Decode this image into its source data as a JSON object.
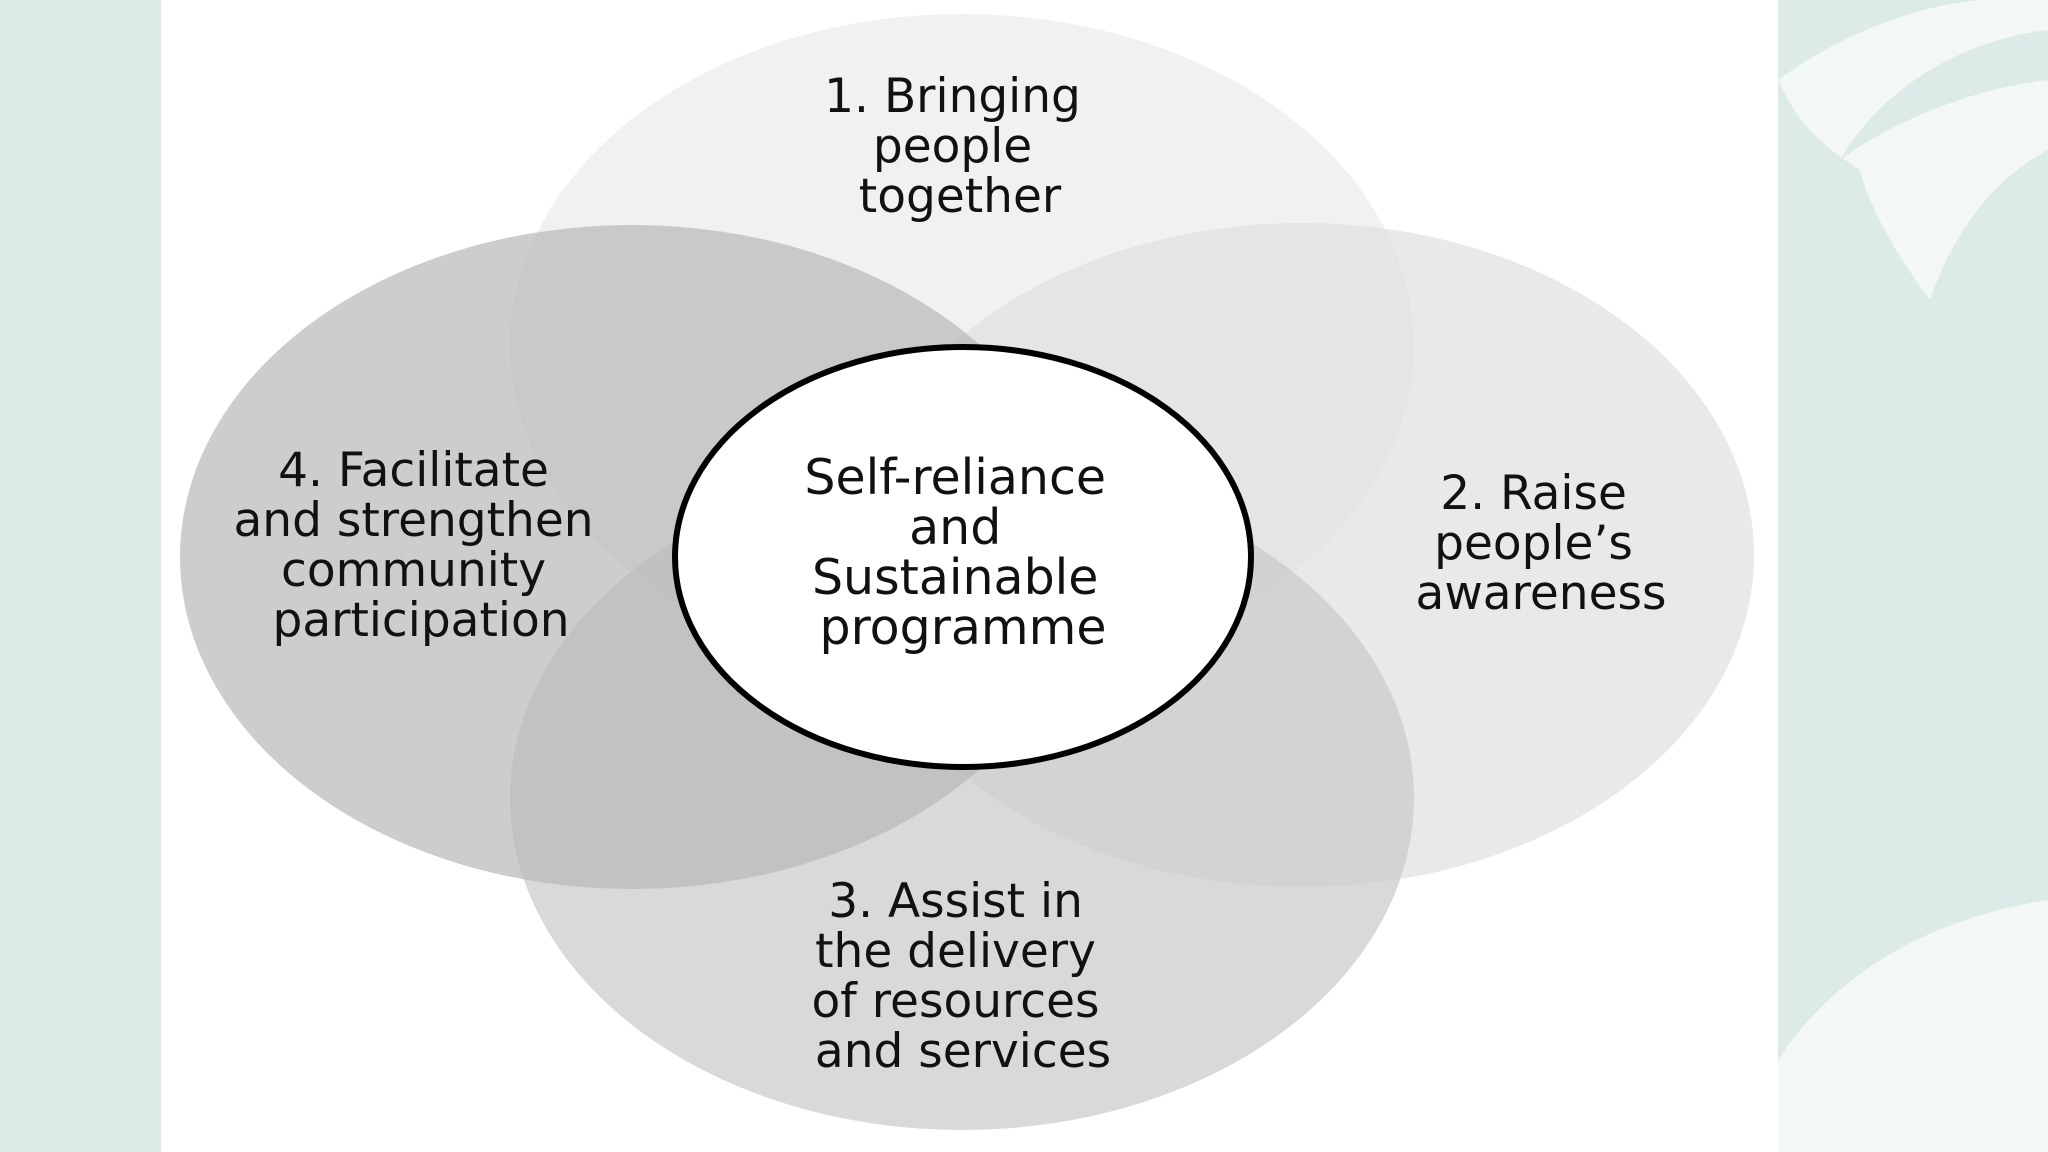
{
  "colors": {
    "page_background": "#dcebe7",
    "slide_background": "#ffffff",
    "leaf_decoration": "#f3f8f6",
    "circle_top": "#ebebeb",
    "circle_right": "#e0e0e0",
    "circle_bottom": "#c9c9c9",
    "circle_left": "#b8b8b8",
    "center_fill": "#ffffff",
    "center_stroke": "#000000",
    "text": "#111111"
  },
  "diagram": {
    "center": {
      "lines": [
        "Self-reliance",
        "and",
        "Sustainable",
        "programme"
      ]
    },
    "petals": [
      {
        "id": "top",
        "lines": [
          "1. Bringing",
          "people",
          "together"
        ]
      },
      {
        "id": "right",
        "lines": [
          "2. Raise",
          "people’s",
          "awareness"
        ]
      },
      {
        "id": "bottom",
        "lines": [
          "3. Assist in",
          "the delivery",
          "of resources",
          "and services"
        ]
      },
      {
        "id": "left",
        "lines": [
          "4. Facilitate",
          "and strengthen",
          "community",
          "participation"
        ]
      }
    ]
  }
}
